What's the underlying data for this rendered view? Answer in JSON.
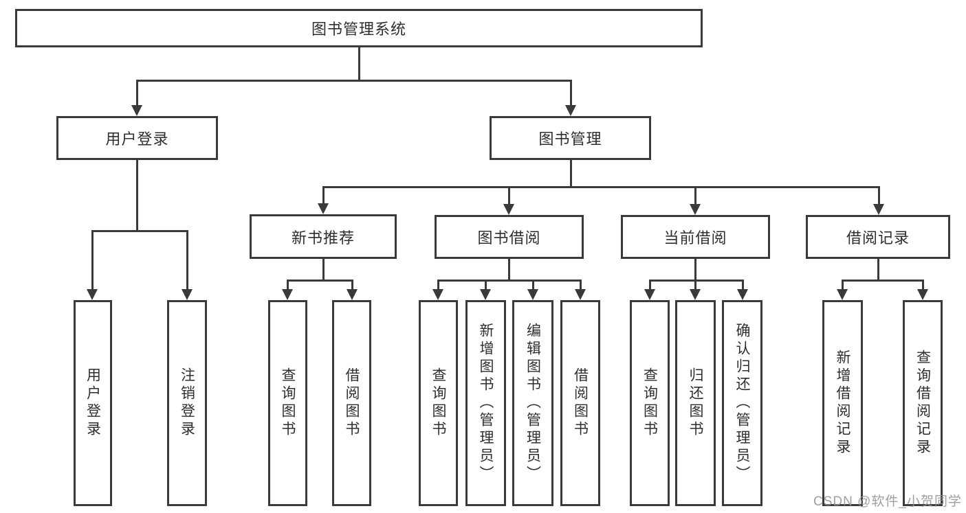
{
  "watermark": "CSDN @软件_小贺同学",
  "colors": {
    "line": "#3a3a3a",
    "box_border": "#3a3a3a",
    "box_fill": "#ffffff",
    "text": "#2e2e2e",
    "watermark_text": "#949494",
    "background": "#ffffff"
  },
  "tree": {
    "label": "图书管理系统",
    "children": [
      {
        "label": "用户登录",
        "children": [
          {
            "label": "用户登录"
          },
          {
            "label": "注销登录"
          }
        ]
      },
      {
        "label": "图书管理",
        "children": [
          {
            "label": "新书推荐",
            "children": [
              {
                "label": "查询图书"
              },
              {
                "label": "借阅图书"
              }
            ]
          },
          {
            "label": "图书借阅",
            "children": [
              {
                "label": "查询图书"
              },
              {
                "label": "新增图书（管理员）"
              },
              {
                "label": "编辑图书（管理员）"
              },
              {
                "label": "借阅图书"
              }
            ]
          },
          {
            "label": "当前借阅",
            "children": [
              {
                "label": "查询图书"
              },
              {
                "label": "归还图书"
              },
              {
                "label": "确认归还（管理员）"
              }
            ]
          },
          {
            "label": "借阅记录",
            "children": [
              {
                "label": "新增借阅记录"
              },
              {
                "label": "查询借阅记录"
              }
            ]
          }
        ]
      }
    ]
  }
}
